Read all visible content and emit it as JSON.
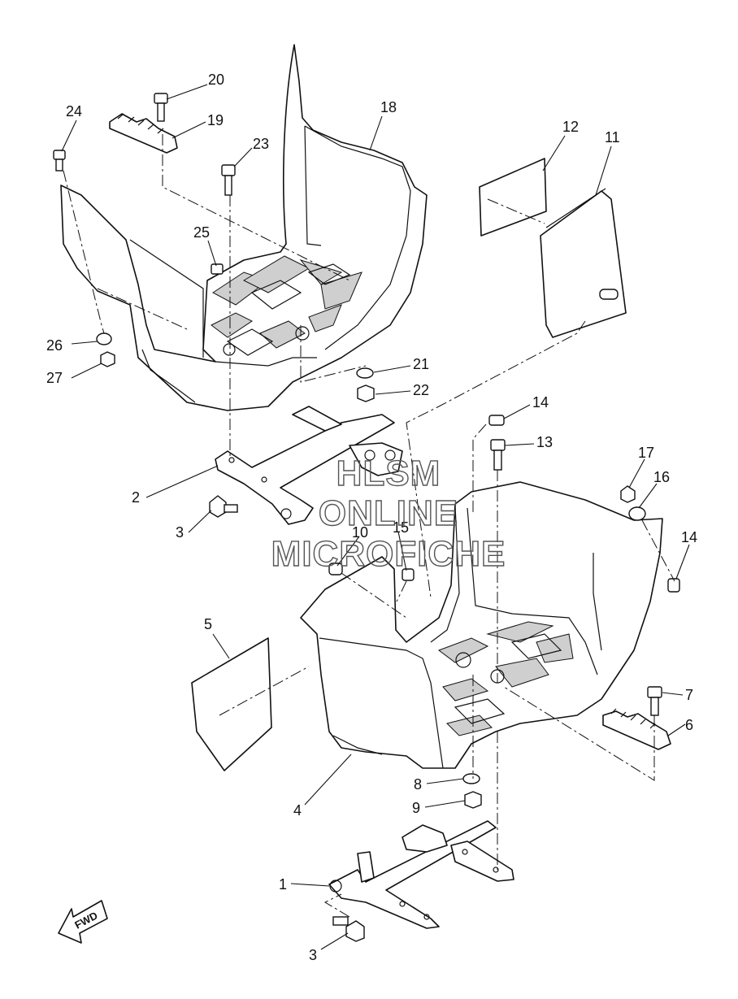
{
  "watermark": {
    "line1": "HLSM",
    "line2": "ONLINE",
    "line3": "MICROFICHE"
  },
  "direction_label": "FWD",
  "callouts": [
    {
      "id": "c20",
      "text": "20"
    },
    {
      "id": "c24",
      "text": "24"
    },
    {
      "id": "c19",
      "text": "19"
    },
    {
      "id": "c18",
      "text": "18"
    },
    {
      "id": "c23",
      "text": "23"
    },
    {
      "id": "c12",
      "text": "12"
    },
    {
      "id": "c11",
      "text": "11"
    },
    {
      "id": "c25",
      "text": "25"
    },
    {
      "id": "c26",
      "text": "26"
    },
    {
      "id": "c27",
      "text": "27"
    },
    {
      "id": "c21",
      "text": "21"
    },
    {
      "id": "c22",
      "text": "22"
    },
    {
      "id": "c14a",
      "text": "14"
    },
    {
      "id": "c13",
      "text": "13"
    },
    {
      "id": "c2",
      "text": "2"
    },
    {
      "id": "c17",
      "text": "17"
    },
    {
      "id": "c16",
      "text": "16"
    },
    {
      "id": "c3a",
      "text": "3"
    },
    {
      "id": "c10",
      "text": "10"
    },
    {
      "id": "c15",
      "text": "15"
    },
    {
      "id": "c14b",
      "text": "14"
    },
    {
      "id": "c5",
      "text": "5"
    },
    {
      "id": "c7",
      "text": "7"
    },
    {
      "id": "c6",
      "text": "6"
    },
    {
      "id": "c8",
      "text": "8"
    },
    {
      "id": "c4",
      "text": "4"
    },
    {
      "id": "c9",
      "text": "9"
    },
    {
      "id": "c1",
      "text": "1"
    },
    {
      "id": "c3b",
      "text": "3"
    }
  ]
}
